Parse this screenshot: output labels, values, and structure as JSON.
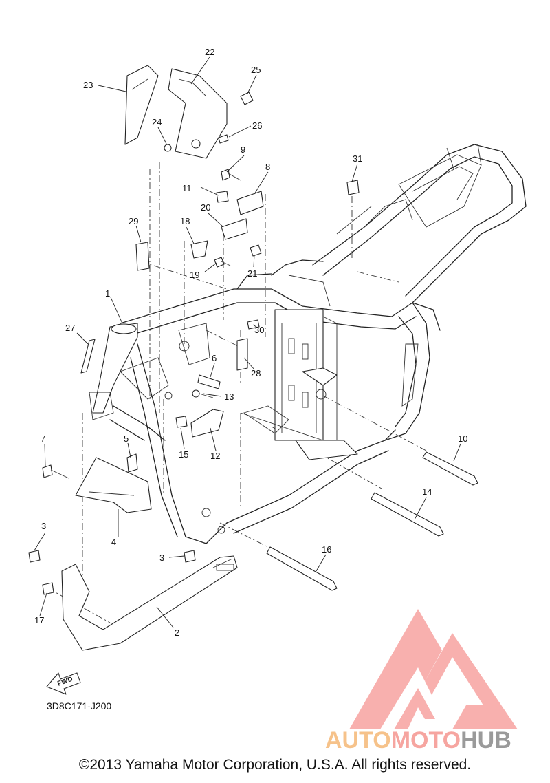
{
  "diagram": {
    "callouts": [
      "1",
      "2",
      "3",
      "3",
      "4",
      "5",
      "6",
      "7",
      "8",
      "9",
      "10",
      "11",
      "12",
      "13",
      "14",
      "15",
      "16",
      "17",
      "18",
      "19",
      "20",
      "21",
      "22",
      "23",
      "24",
      "25",
      "26",
      "27",
      "28",
      "29",
      "30",
      "31"
    ],
    "part_code": "3D8C171-J200",
    "fwd_label": "FWD"
  },
  "watermark": {
    "word_auto": "AUTO",
    "word_moto": "MOTO",
    "word_hub": "HUB",
    "colors": {
      "auto": "#f6c28a",
      "moto": "#f6a5a0",
      "hub": "#9a9a9a",
      "logo": "#f7a3a0"
    }
  },
  "footer": {
    "copyright": "©2013 Yamaha Motor Corporation, U.S.A. All rights reserved."
  }
}
